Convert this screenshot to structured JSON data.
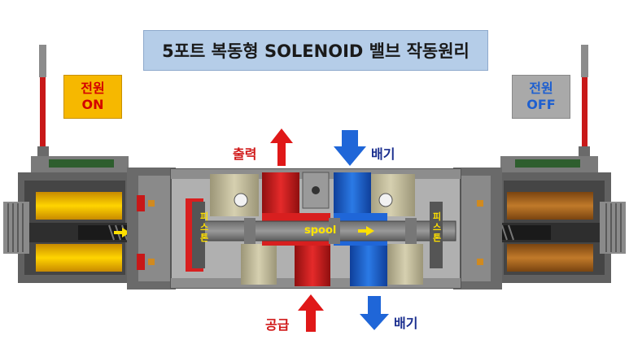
{
  "title": "5포트 복동형 SOLENOID 밸브 작동원리",
  "power_left": {
    "line1": "전원",
    "line2": "ON"
  },
  "power_right": {
    "line1": "전원",
    "line2": "OFF"
  },
  "ports": {
    "output": "출력",
    "exhaust_top": "배기",
    "supply": "공급",
    "exhaust_bottom": "배기"
  },
  "piston_left": [
    "피",
    "스",
    "톤"
  ],
  "piston_right": [
    "피",
    "스",
    "톤"
  ],
  "spool": "spool",
  "colors": {
    "red": "#d81f1f",
    "blue": "#1f66d8",
    "coil_on": "#f5b400",
    "coil_off": "#b36a1e",
    "body": "#a8a8a8",
    "arrow": "#ffe000"
  }
}
